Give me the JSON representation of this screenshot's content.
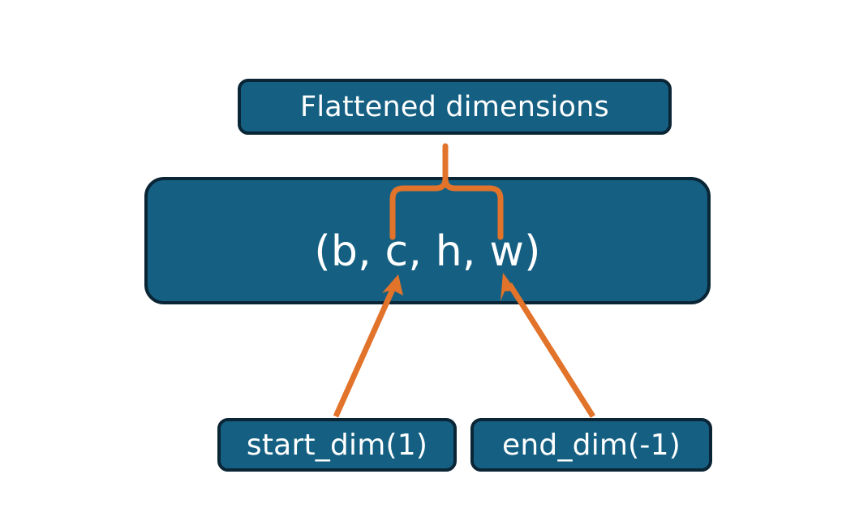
{
  "diagram": {
    "title": "Flatten dimensions diagram",
    "background_color": "#ffffff",
    "nodes": {
      "flattened": {
        "label": "Flattened dimensions",
        "fill_color": "#156082",
        "border_color": "#0a2535",
        "text_color": "#ffffff"
      },
      "shape_tuple": {
        "label": "(b, c, h, w)",
        "fill_color": "#156082",
        "border_color": "#0a2535",
        "text_color": "#ffffff"
      },
      "start_dim": {
        "label": "start_dim(1)",
        "fill_color": "#156082",
        "border_color": "#0a2535",
        "text_color": "#ffffff"
      },
      "end_dim": {
        "label": "end_dim(-1)",
        "fill_color": "#156082",
        "border_color": "#0a2535",
        "text_color": "#ffffff"
      }
    },
    "connectors": {
      "accent_color": "#e2732a",
      "brace": {
        "name": "flattened-range-brace",
        "from": "shape_tuple",
        "to": "flattened",
        "spans_dimensions": "c, h, w"
      },
      "arrow_start_dim": {
        "name": "start-dim-arrow",
        "from": "start_dim",
        "to": "shape_tuple",
        "points_at": "c"
      },
      "arrow_end_dim": {
        "name": "end-dim-arrow",
        "from": "end_dim",
        "to": "shape_tuple",
        "points_at": "w"
      }
    }
  }
}
